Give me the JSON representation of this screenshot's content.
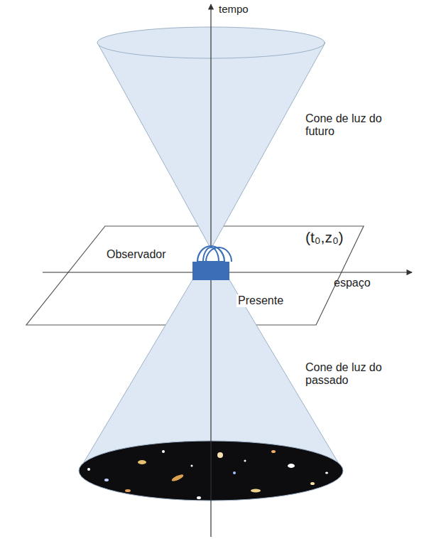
{
  "diagram": {
    "labels": [
      "tempo",
      "Cone de luz do futuro",
      "(t₀,z₀)",
      "Observador",
      "espaço",
      "Presente",
      "Cone de luz do passado"
    ]
  }
}
